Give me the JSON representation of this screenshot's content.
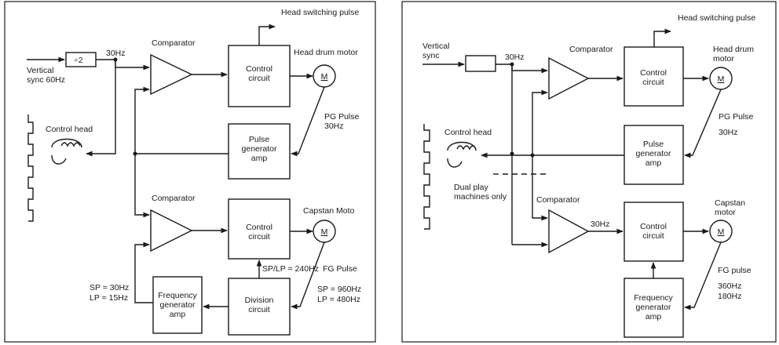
{
  "left": {
    "head_switching": "Head switching pulse",
    "vertical_sync": [
      "Vertical",
      "sync 60Hz"
    ],
    "divider": "÷2",
    "hz30": "30Hz",
    "comparator_top": "Comparator",
    "control_circuit_top": [
      "Control",
      "circuit"
    ],
    "head_drum_motor": "Head drum motor",
    "motor_m": "M",
    "pg_pulse": [
      "PG Pulse",
      "30Hz"
    ],
    "control_head": "Control head",
    "pulse_gen": [
      "Pulse",
      "generator",
      "amp"
    ],
    "comparator_bottom": "Comparator",
    "capstan_motor": "Capstan Moto",
    "control_circuit_bottom": [
      "Control",
      "circuit"
    ],
    "sp_lp_240": "SP/LP = 240Hz",
    "fg_pulse": "FG Pulse",
    "sp_lp_left": [
      "SP = 30Hz",
      "LP = 15Hz"
    ],
    "sp_lp_right": [
      "SP = 960Hz",
      "LP = 480Hz"
    ],
    "freq_gen": [
      "Frequency",
      "generator",
      "amp"
    ],
    "division": [
      "Division",
      "circuit"
    ]
  },
  "right": {
    "head_switching": "Head switching pulse",
    "vertical_sync": [
      "Vertical",
      "sync"
    ],
    "hz30_top": "30Hz",
    "comparator_top": "Comparator",
    "control_circuit_top": [
      "Control",
      "circuit"
    ],
    "head_drum_motor": [
      "Head drum",
      "motor"
    ],
    "motor_m": "M",
    "pg_pulse": [
      "PG Pulse",
      "30Hz"
    ],
    "control_head": "Control head",
    "pulse_gen": [
      "Pulse",
      "generator",
      "amp"
    ],
    "dual_play": [
      "Dual play",
      "machines only"
    ],
    "comparator_bottom": "Comparator",
    "hz30_bottom": "30Hz",
    "control_circuit_bottom": [
      "Control",
      "circuit"
    ],
    "capstan_motor": [
      "Capstan",
      "motor"
    ],
    "fg_pulse": [
      "FG pulse",
      "360Hz",
      "180Hz"
    ],
    "freq_gen": [
      "Frequency",
      "generator",
      "amp"
    ]
  }
}
